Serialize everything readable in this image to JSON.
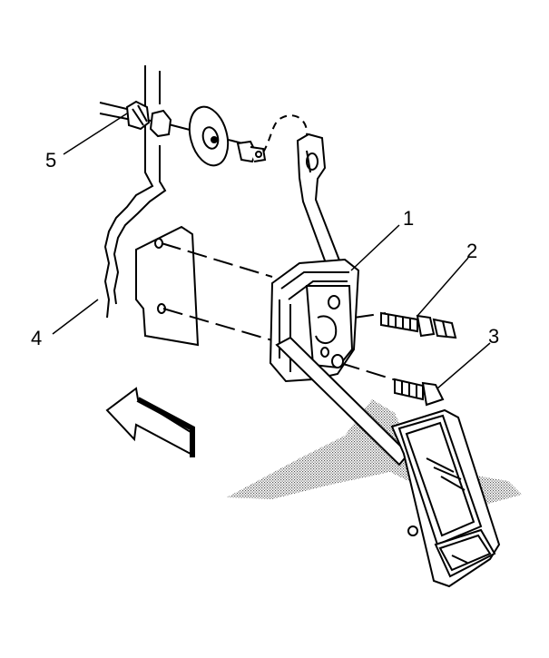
{
  "callouts": {
    "c1": "1",
    "c2": "2",
    "c3": "3",
    "c4": "4",
    "c5": "5"
  },
  "colors": {
    "line": "#000000",
    "background": "#ffffff",
    "stipple": "#555555"
  },
  "icons": [
    "direction-arrow-icon"
  ]
}
